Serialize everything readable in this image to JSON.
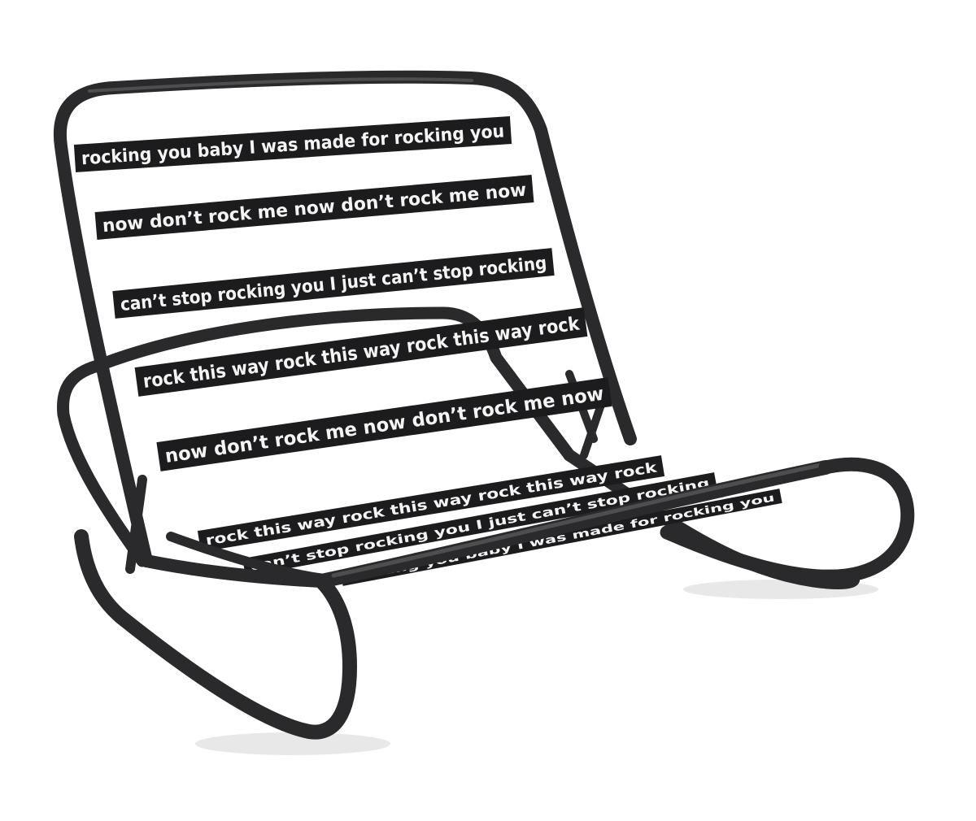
{
  "image": {
    "subject": "rocking-chair",
    "background_color": "#ffffff",
    "frame_color": "#2a2a2c",
    "strap_color": "#1c1c1e",
    "strap_text_color": "#f4f4f4"
  },
  "straps": [
    {
      "text": "rocking you baby I was made for rocking you"
    },
    {
      "text": "now don’t rock me now don’t rock me now"
    },
    {
      "text": "can’t stop rocking you I just can’t stop rocking"
    },
    {
      "text": "rock this way rock this way rock this way rock"
    },
    {
      "text": "now don’t rock me now don’t rock me now"
    },
    {
      "text": "rock this way rock this way rock this way rock"
    },
    {
      "text": "can’t stop rocking you I just can’t stop rocking"
    },
    {
      "text": "rocking you baby I was made for rocking you"
    }
  ]
}
